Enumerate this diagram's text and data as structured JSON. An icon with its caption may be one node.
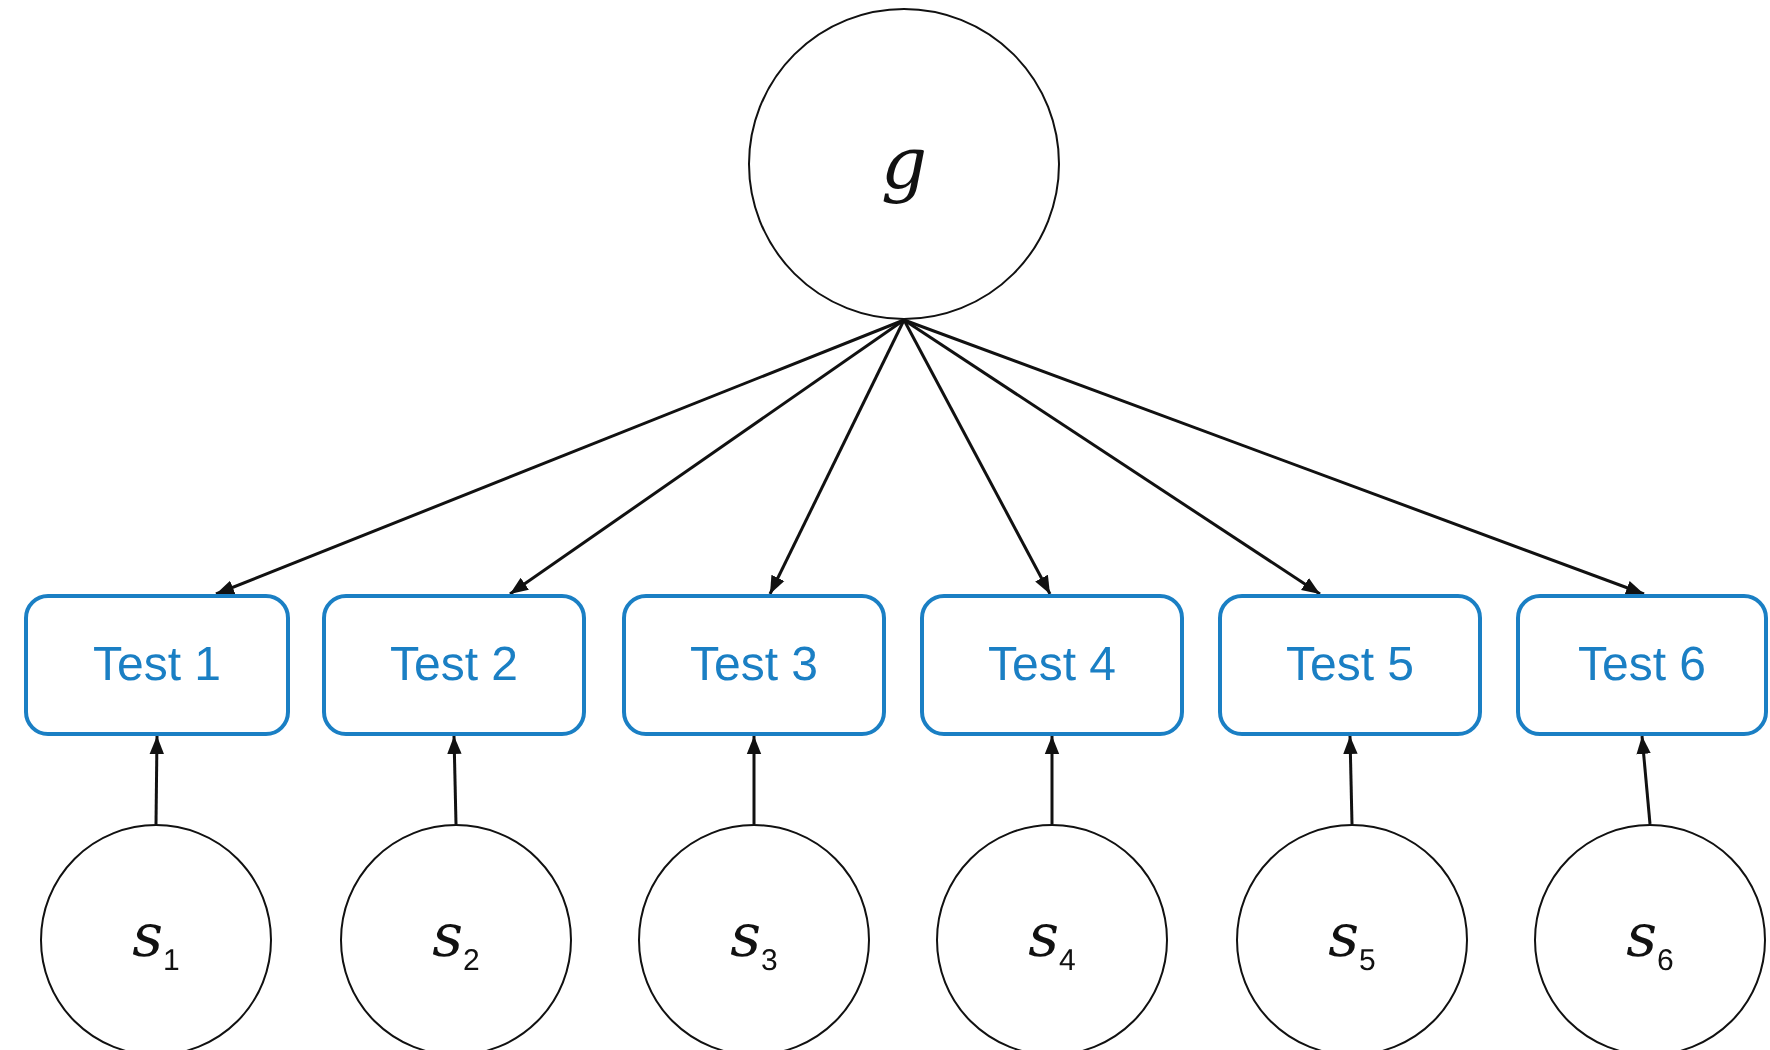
{
  "diagram": {
    "nodes": [
      {
        "text": [
          "g"
        ]
      },
      {
        "text": [
          "Test 1"
        ]
      },
      {
        "text": [
          "Test 2"
        ]
      },
      {
        "text": [
          "Test 3"
        ]
      },
      {
        "text": [
          "Test 4"
        ]
      },
      {
        "text": [
          "Test 5"
        ]
      },
      {
        "text": [
          "Test 6"
        ]
      },
      {
        "text": [
          "s$_{1}$"
        ]
      },
      {
        "text": [
          "s$_{2}$"
        ]
      },
      {
        "text": [
          "s$_{3}$"
        ]
      },
      {
        "text": [
          "s$_{4}$"
        ]
      },
      {
        "text": [
          "s$_{5}$"
        ]
      },
      {
        "text": [
          "s$_{6}$"
        ]
      }
    ],
    "edges": [
      {
        "from": 0,
        "to": 1,
        "arrow": "to"
      },
      {
        "from": 0,
        "to": 2,
        "arrow": "to"
      },
      {
        "from": 0,
        "to": 3,
        "arrow": "to"
      },
      {
        "from": 0,
        "to": 4,
        "arrow": "to"
      },
      {
        "from": 0,
        "to": 5,
        "arrow": "to"
      },
      {
        "from": 0,
        "to": 6,
        "arrow": "to"
      },
      {
        "from": 7,
        "to": 1,
        "arrow": "to"
      },
      {
        "from": 8,
        "to": 2,
        "arrow": "to"
      },
      {
        "from": 9,
        "to": 3,
        "arrow": "to"
      },
      {
        "from": 10,
        "to": 4,
        "arrow": "to"
      },
      {
        "from": 11,
        "to": 5,
        "arrow": "to"
      },
      {
        "from": 12,
        "to": 6,
        "arrow": "to"
      }
    ]
  }
}
